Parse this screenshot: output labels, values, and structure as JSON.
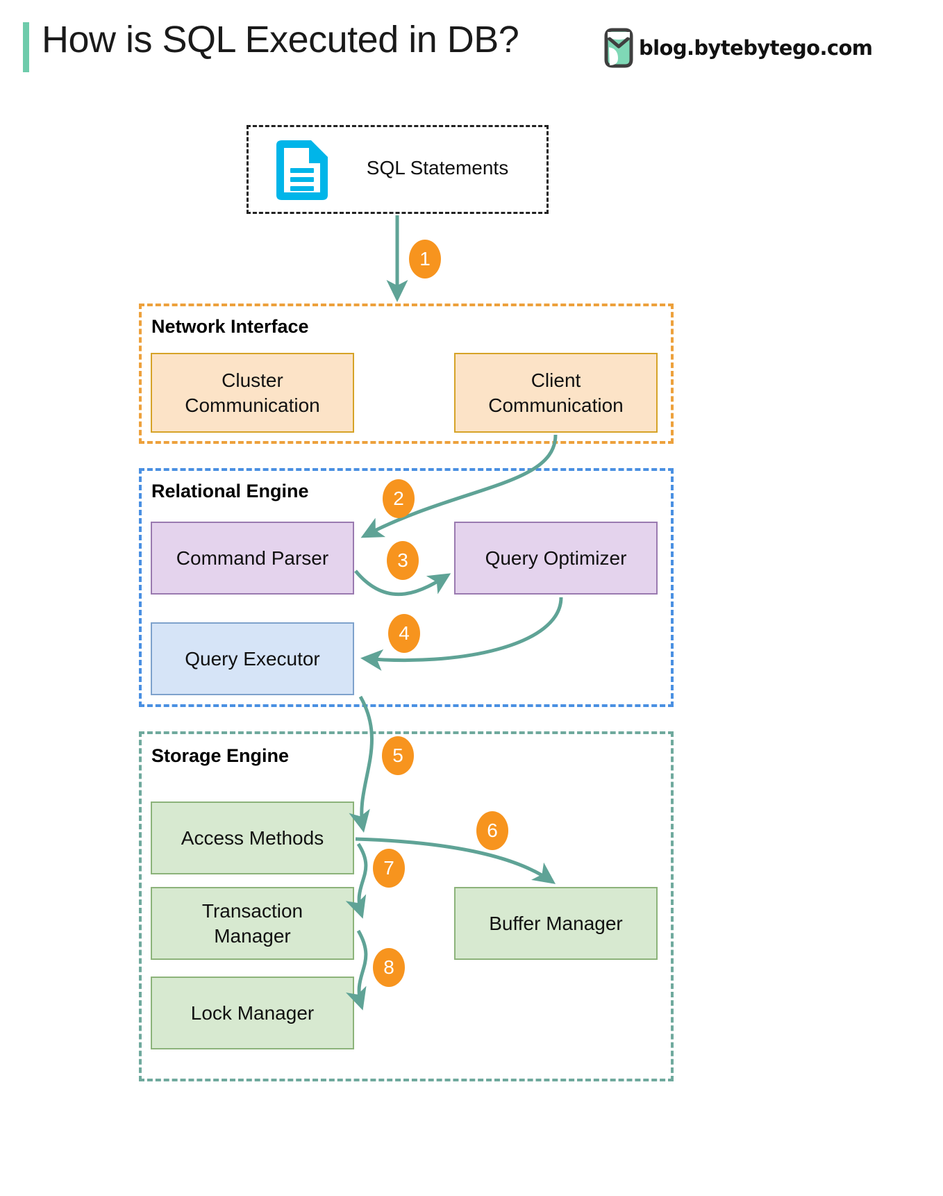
{
  "header": {
    "title": "How is SQL Executed in DB?",
    "brand_text": "blog.bytebytego.com",
    "brand_logo_icon": "bytebytego-logo-icon",
    "accent_color": "#6ecbab"
  },
  "diagram": {
    "source": {
      "label": "SQL Statements",
      "icon": "document-icon",
      "icon_color": "#00b5e9"
    },
    "groups": [
      {
        "id": "network-interface",
        "label": "Network Interface",
        "border_color": "#eda13c",
        "nodes": [
          {
            "id": "cluster-communication",
            "label": "Cluster\nCommunication",
            "line1": "Cluster",
            "line2": "Communication",
            "fill": "#fce3c7",
            "stroke": "#d6a327"
          },
          {
            "id": "client-communication",
            "label": "Client\nCommunication",
            "line1": "Client",
            "line2": "Communication",
            "fill": "#fce3c7",
            "stroke": "#d6a327"
          }
        ]
      },
      {
        "id": "relational-engine",
        "label": "Relational Engine",
        "border_color": "#4a90e2",
        "nodes": [
          {
            "id": "command-parser",
            "label": "Command Parser",
            "fill": "#e4d3ed",
            "stroke": "#9a7ab0"
          },
          {
            "id": "query-optimizer",
            "label": "Query Optimizer",
            "fill": "#e4d3ed",
            "stroke": "#9a7ab0"
          },
          {
            "id": "query-executor",
            "label": "Query Executor",
            "fill": "#d6e4f7",
            "stroke": "#7ea2cc"
          }
        ]
      },
      {
        "id": "storage-engine",
        "label": "Storage Engine",
        "border_color": "#6fa99d",
        "nodes": [
          {
            "id": "access-methods",
            "label": "Access Methods",
            "fill": "#d7e9d0",
            "stroke": "#8cb37a"
          },
          {
            "id": "transaction-manager",
            "label": "Transaction\nManager",
            "line1": "Transaction",
            "line2": "Manager",
            "fill": "#d7e9d0",
            "stroke": "#8cb37a"
          },
          {
            "id": "lock-manager",
            "label": "Lock Manager",
            "fill": "#d7e9d0",
            "stroke": "#8cb37a"
          },
          {
            "id": "buffer-manager",
            "label": "Buffer Manager",
            "fill": "#d7e9d0",
            "stroke": "#8cb37a"
          }
        ]
      }
    ],
    "steps": [
      {
        "n": "1",
        "from": "sql-statements",
        "to": "network-interface"
      },
      {
        "n": "2",
        "from": "client-communication",
        "to": "command-parser"
      },
      {
        "n": "3",
        "from": "command-parser",
        "to": "query-optimizer"
      },
      {
        "n": "4",
        "from": "query-optimizer",
        "to": "query-executor"
      },
      {
        "n": "5",
        "from": "query-executor",
        "to": "access-methods"
      },
      {
        "n": "6",
        "from": "access-methods",
        "to": "buffer-manager"
      },
      {
        "n": "7",
        "from": "access-methods",
        "to": "transaction-manager"
      },
      {
        "n": "8",
        "from": "transaction-manager",
        "to": "lock-manager"
      }
    ],
    "arrow_color": "#5fa396",
    "badge_color": "#f7941e"
  }
}
